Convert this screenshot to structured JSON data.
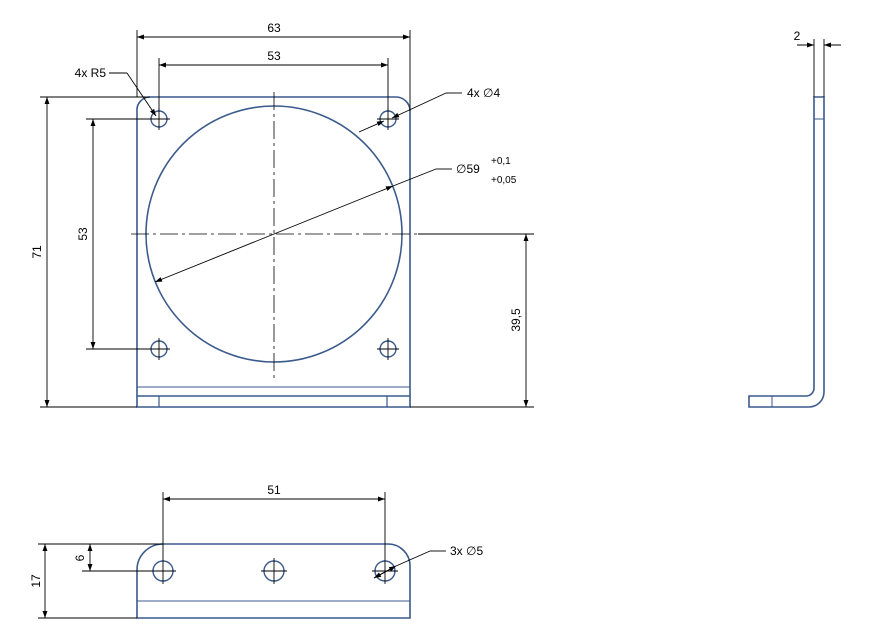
{
  "colors": {
    "part_outline": "#3a5a8c",
    "dimension": "#000000",
    "background": "#ffffff"
  },
  "front_view": {
    "dims": {
      "overall_width": "63",
      "hole_spacing_x": "53",
      "hole_spacing_y": "53",
      "overall_height": "71",
      "center_height": "39,5"
    },
    "callouts": {
      "corner_radius": "4x  R5",
      "holes": "4x  ∅4",
      "bore": "∅59",
      "bore_tol_upper": "+0,1",
      "bore_tol_lower": "+0,05"
    }
  },
  "side_view": {
    "dims": {
      "thickness": "2"
    }
  },
  "bottom_view": {
    "dims": {
      "hole_spacing": "51",
      "height": "17",
      "hole_height": "6"
    },
    "callouts": {
      "holes": "3x  ∅5"
    }
  }
}
